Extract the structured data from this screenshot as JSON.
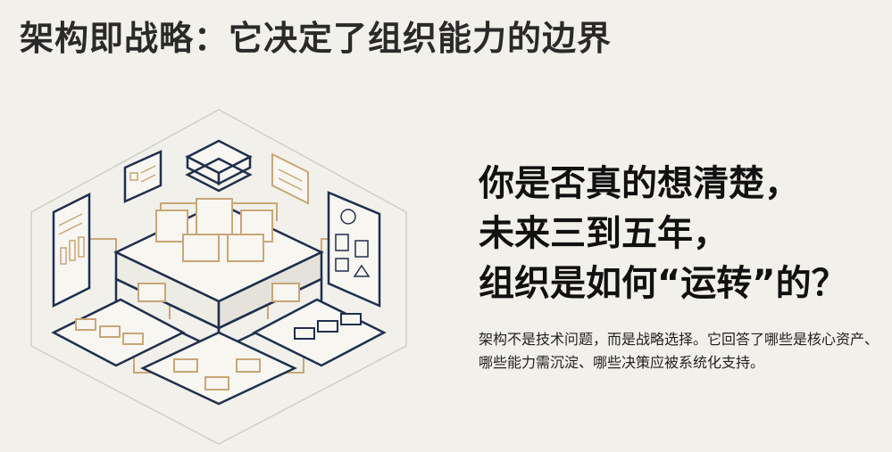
{
  "page_title": "架构即战略：它决定了组织能力的边界",
  "headline": {
    "lines": [
      "你是否真的想清楚，",
      "未来三到五年，",
      "组织是如何“运转”的？"
    ]
  },
  "body_text": "架构不是技术问题，而是战略选择。它回答了哪些是核心资产、哪些能力需沉淀、哪些决策应被系统化支持。",
  "colors": {
    "background": "#f1f0ea",
    "navy": "#1f2f4d",
    "tan": "#c9a677"
  },
  "illustration": {
    "icon": "isometric-architecture-icon"
  }
}
